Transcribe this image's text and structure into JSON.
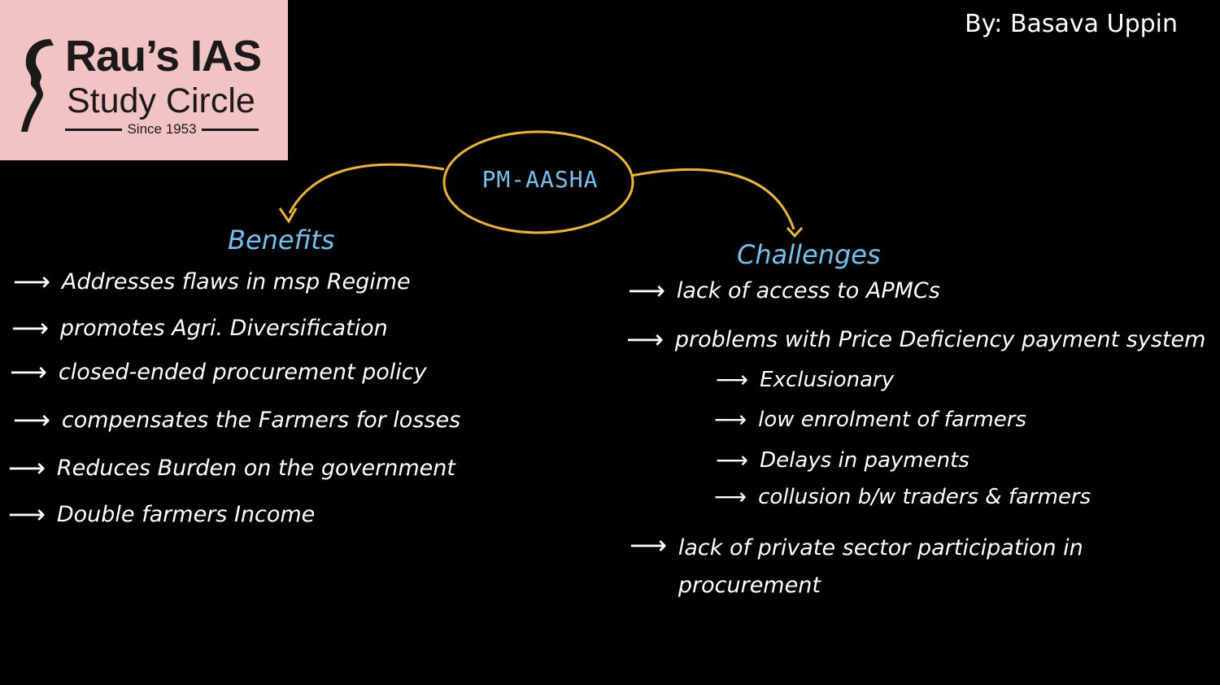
{
  "logo": {
    "name": "Rau’s IAS",
    "subtitle": "Study Circle",
    "since": "Since 1953",
    "colors": {
      "background": "#f2c3c3",
      "text": "#1a1a1a"
    }
  },
  "author": "By: Basava Uppin",
  "center": {
    "label": "PM-AASHA"
  },
  "benefits": {
    "heading": "Benefits",
    "arrow": "⟶",
    "items": [
      "Addresses flaws in msp Regime",
      "promotes Agri. Diversification",
      "closed-ended procurement policy",
      "compensates the Farmers for losses",
      "Reduces Burden on the government",
      "Double farmers Income"
    ]
  },
  "challenges": {
    "heading": "Challenges",
    "arrow": "⟶",
    "items": [
      "lack of access to APMCs",
      "problems with Price Deficiency payment system",
      "lack of private sector participation in procurement"
    ],
    "sub_items": [
      "Exclusionary",
      "low enrolment of farmers",
      "Delays in payments",
      "collusion b/w traders & farmers"
    ]
  },
  "colors": {
    "background": "#000000",
    "ink": "#ffffff",
    "accent_text": "#6fc3f0",
    "connector": "#f0b429"
  }
}
